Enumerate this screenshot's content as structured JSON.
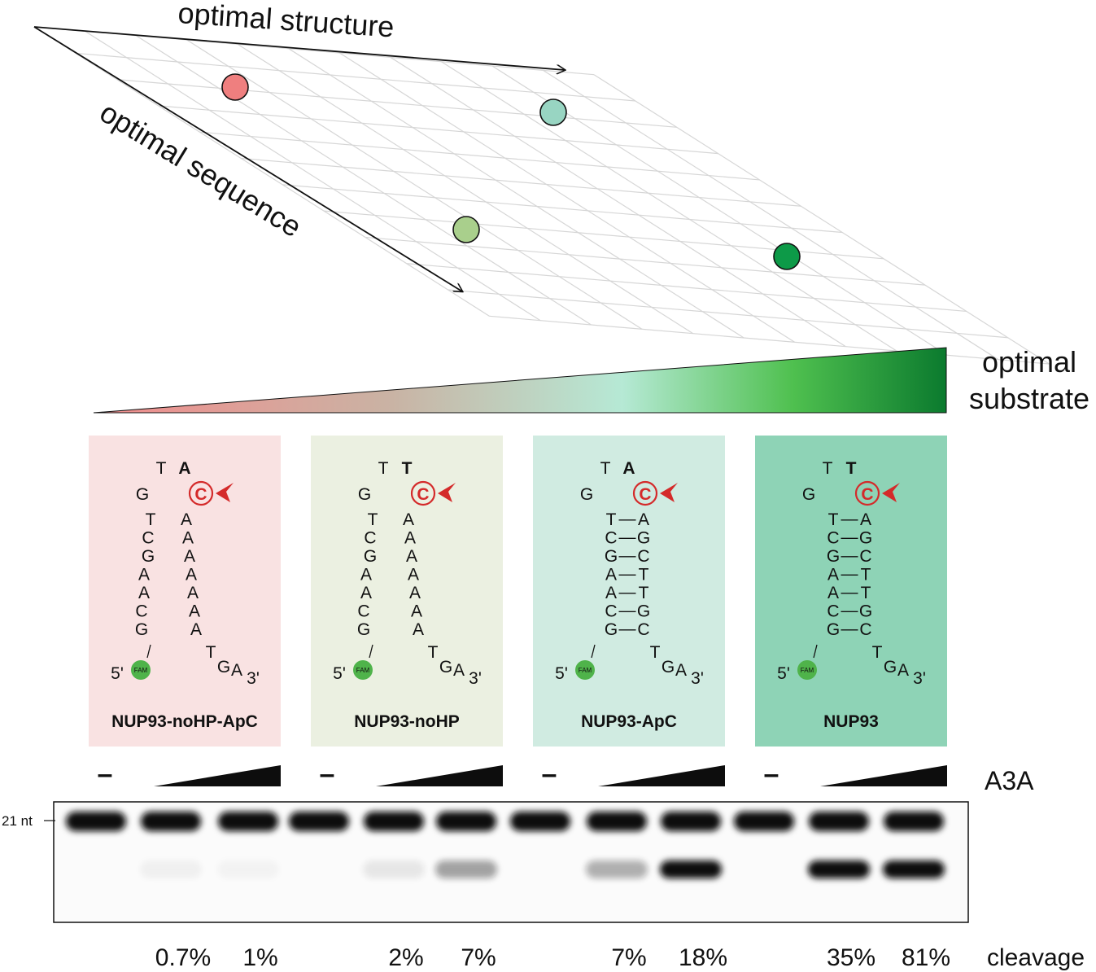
{
  "plane": {
    "axis_structure_label": "optimal structure",
    "axis_sequence_label": "optimal sequence",
    "points": [
      {
        "name": "NUP93-noHP-ApC",
        "color": "#ef7f7f"
      },
      {
        "name": "NUP93-ApC",
        "color": "#98d5c2"
      },
      {
        "name": "NUP93-noHP",
        "color": "#a9cf8c"
      },
      {
        "name": "NUP93",
        "color": "#0d9a48"
      }
    ]
  },
  "gradient": {
    "label_line1": "optimal",
    "label_line2": "substrate",
    "colors": [
      "#f28c8c",
      "#b6e9d5",
      "#2aa32a",
      "#0b7a2e"
    ]
  },
  "substrates": [
    {
      "name": "NUP93-noHP-ApC",
      "bg": "#f9e2e2",
      "loop_top": "A",
      "edited": "C",
      "paired": false
    },
    {
      "name": "NUP93-noHP",
      "bg": "#ebf0e1",
      "loop_top": "T",
      "edited": "C",
      "paired": false
    },
    {
      "name": "NUP93-ApC",
      "bg": "#d0ebe1",
      "loop_top": "A",
      "edited": "C",
      "paired": true
    },
    {
      "name": "NUP93",
      "bg": "#8ed3b6",
      "loop_top": "T",
      "edited": "C",
      "paired": true
    }
  ],
  "hairpin": {
    "loop_left": "T",
    "left_top": "G",
    "stem_left": [
      "T",
      "C",
      "G",
      "A",
      "A",
      "C",
      "G"
    ],
    "unpaired_left": [
      "T",
      "C",
      "G",
      "A",
      "A",
      "C",
      "G"
    ],
    "unpaired_right": [
      "A",
      "A",
      "A",
      "A",
      "A",
      "A",
      "A"
    ],
    "stem_right": [
      "A",
      "G",
      "C",
      "T",
      "T",
      "G",
      "C"
    ],
    "five_prime": "5'",
    "fam": "FAM",
    "tail": [
      "T",
      "G",
      "A"
    ],
    "three_prime": "3'",
    "pair_dash": "—"
  },
  "gel": {
    "enzyme_label": "A3A",
    "minus": "–",
    "marker": "21 nt",
    "cleavage_label": "cleavage",
    "lanes": [
      "",
      "0.7%",
      "1%",
      "",
      "2%",
      "7%",
      "",
      "7%",
      "18%",
      "",
      "35%",
      "81%"
    ],
    "product_intensity": [
      0,
      0.04,
      0.03,
      0,
      0.08,
      0.35,
      0,
      0.3,
      0.95,
      0,
      0.95,
      1.0
    ]
  }
}
